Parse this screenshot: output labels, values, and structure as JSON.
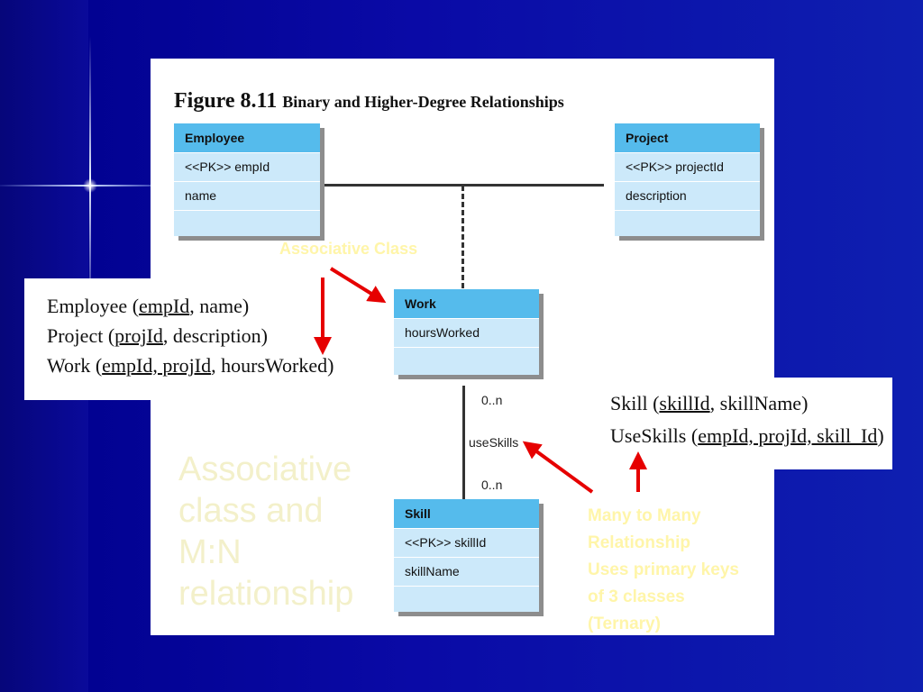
{
  "figure": {
    "number": "Figure 8.11",
    "caption": "Binary and Higher-Degree Relationships"
  },
  "entities": {
    "employee": {
      "name": "Employee",
      "attrs": [
        "<<PK>> empId",
        "name"
      ]
    },
    "project": {
      "name": "Project",
      "attrs": [
        "<<PK>> projectId",
        "description"
      ]
    },
    "work": {
      "name": "Work",
      "attrs": [
        "hoursWorked"
      ]
    },
    "skill": {
      "name": "Skill",
      "attrs": [
        "<<PK>> skillId",
        "skillName"
      ]
    }
  },
  "relationship": {
    "name": "useSkills",
    "mult_top": "0..n",
    "mult_bottom": "0..n"
  },
  "schema_left": {
    "employee": {
      "pre": "Employee (",
      "k1": "empId",
      "post": ", name)"
    },
    "project": {
      "pre": "Project (",
      "k1": "projId",
      "post": ", description)"
    },
    "work": {
      "pre": "Work (",
      "k1": "empId, projId",
      "post": ", hoursWorked)"
    }
  },
  "schema_right": {
    "skill": {
      "pre": "Skill (",
      "k1": "skillId",
      "post": ", skillName)"
    },
    "useskills": {
      "pre": "UseSkills (",
      "k1": "empId, projId, skill_Id",
      "post": ")"
    }
  },
  "notes": {
    "associative_class": "Associative Class",
    "big": [
      "Associative",
      "class and",
      "M:N",
      "relationship"
    ],
    "small": [
      "Many to Many",
      "Relationship",
      "Uses primary keys",
      "of 3 classes",
      "(Ternary)"
    ]
  },
  "colors": {
    "background": "#0a0aa6",
    "entity_header": "#55bbec",
    "entity_body": "#cce9fa",
    "arrow": "#e60000",
    "note_text": "#fff08a"
  }
}
